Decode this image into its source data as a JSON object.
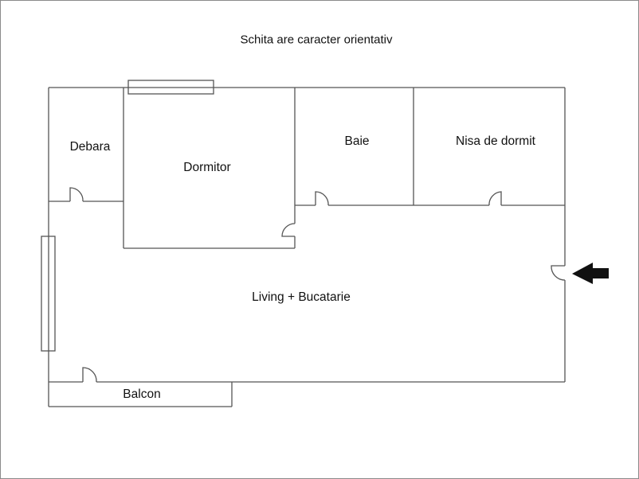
{
  "title": "Schita are caracter orientativ",
  "rooms": [
    {
      "id": "debara",
      "label": "Debara"
    },
    {
      "id": "dormitor",
      "label": "Dormitor"
    },
    {
      "id": "baie",
      "label": "Baie"
    },
    {
      "id": "nisa",
      "label": "Nisa de dormit"
    },
    {
      "id": "living",
      "label": "Living + Bucatarie"
    },
    {
      "id": "balcon",
      "label": "Balcon"
    }
  ],
  "entrance": {
    "icon": "arrow-left-icon",
    "color": "#111111"
  },
  "colors": {
    "wall": "#555555",
    "frame": "#8a8a8a",
    "text": "#111111"
  }
}
